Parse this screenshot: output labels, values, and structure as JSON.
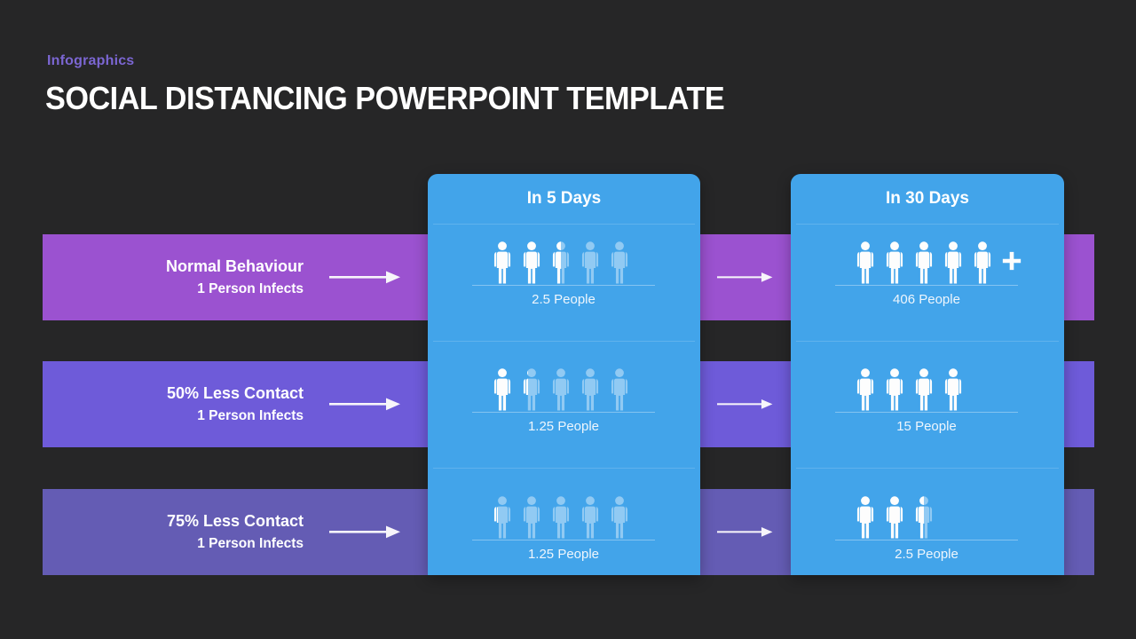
{
  "page": {
    "eyebrow": "Infographics",
    "title": "SOCIAL DISTANCING POWERPOINT TEMPLATE"
  },
  "columns": [
    {
      "label": "In 5 Days"
    },
    {
      "label": "In 30 Days"
    }
  ],
  "rows": [
    {
      "label": "Normal Behaviour",
      "sublabel": "1 Person Infects",
      "color": "#9b52d0",
      "day5": {
        "count_label": "2.5 People",
        "icons": [
          1,
          1,
          0.5,
          0,
          0
        ],
        "plus": false
      },
      "day30": {
        "count_label": "406 People",
        "icons": [
          1,
          1,
          1,
          1,
          1
        ],
        "plus": true
      }
    },
    {
      "label": "50% Less Contact",
      "sublabel": "1 Person Infects",
      "color": "#6e5bd9",
      "day5": {
        "count_label": "1.25 People",
        "icons": [
          1,
          0.35,
          0,
          0,
          0
        ],
        "plus": false
      },
      "day30": {
        "count_label": "15 People",
        "icons": [
          1,
          1,
          1,
          1
        ],
        "plus": false
      }
    },
    {
      "label": "75% Less Contact",
      "sublabel": "1 Person Infects",
      "color": "#645cb4",
      "day5": {
        "count_label": "1.25 People",
        "icons": [
          0.3,
          0,
          0,
          0,
          0
        ],
        "plus": false
      },
      "day30": {
        "count_label": "2.5 People",
        "icons": [
          1,
          1,
          0.5
        ],
        "plus": false
      }
    }
  ],
  "colors": {
    "background": "#262627",
    "eyebrow": "#7b66d2",
    "title": "#ffffff",
    "column_blue": "#42a4ea",
    "icon_full": "#fdfdfd",
    "icon_faded_alpha": "0.42"
  }
}
